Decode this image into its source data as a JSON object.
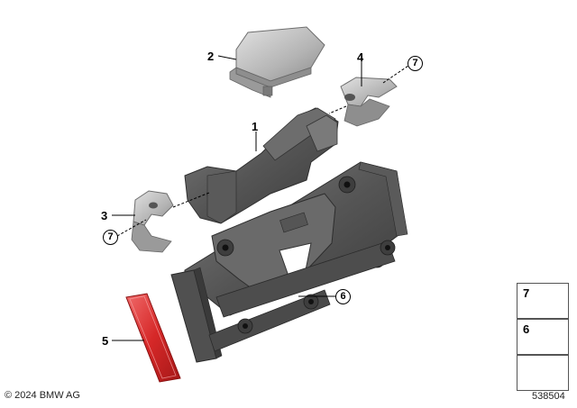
{
  "callouts": {
    "c1": "1",
    "c2": "2",
    "c3": "3",
    "c4": "4",
    "c5": "5",
    "c6": "6",
    "c7a": "7",
    "c7b": "7"
  },
  "legend": {
    "item_top": "7",
    "item_mid": "6"
  },
  "footer": {
    "copyright": "© 2024 BMW AG",
    "diagram_number": "538504"
  },
  "colors": {
    "part_dark": "#4a4a4a",
    "part_mid": "#8a8a8a",
    "part_light": "#c8c8c8",
    "reflector_red": "#d9242a"
  }
}
